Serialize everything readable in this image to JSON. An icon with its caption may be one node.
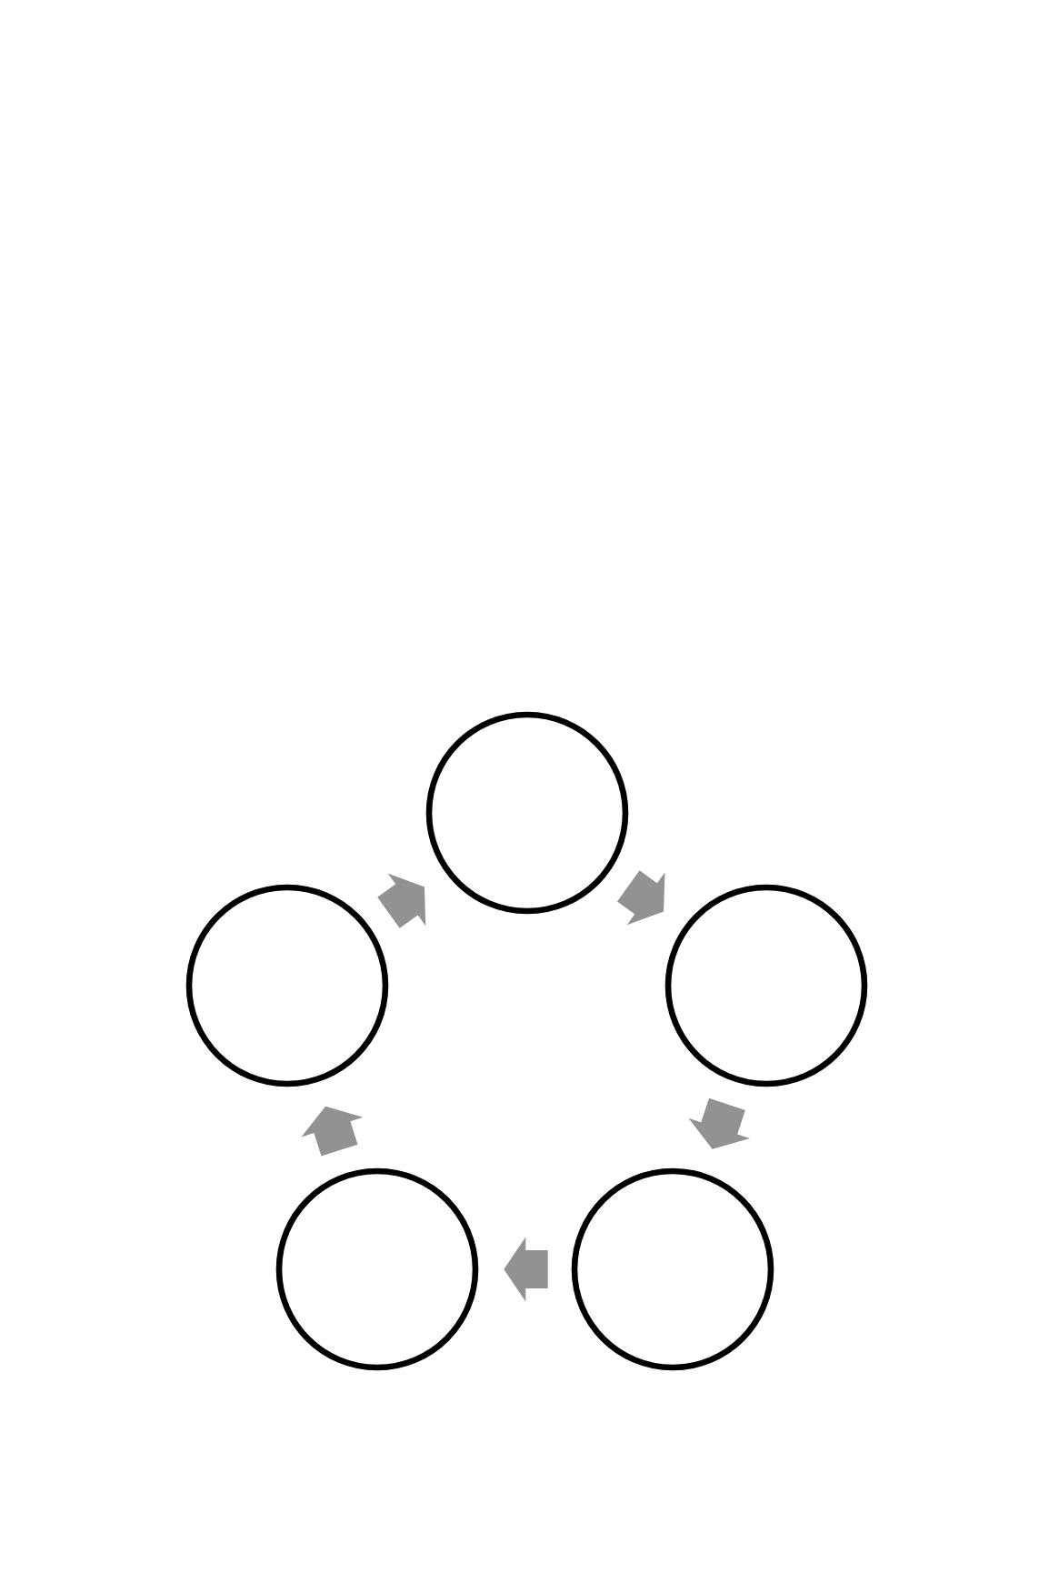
{
  "diagram": {
    "nodes": [
      {
        "text": [],
        "shape": "circle"
      },
      {
        "text": [],
        "shape": "circle"
      },
      {
        "text": [],
        "shape": "circle"
      },
      {
        "text": [],
        "shape": "circle"
      },
      {
        "text": [],
        "shape": "circle"
      }
    ],
    "edges": [
      {
        "from": 0,
        "to": 2,
        "arrow": "to"
      },
      {
        "from": 2,
        "to": 4,
        "arrow": "to"
      },
      {
        "from": 4,
        "to": 3,
        "arrow": "to"
      },
      {
        "from": 3,
        "to": 1,
        "arrow": "to"
      },
      {
        "from": 1,
        "to": 0,
        "arrow": "to"
      }
    ]
  }
}
